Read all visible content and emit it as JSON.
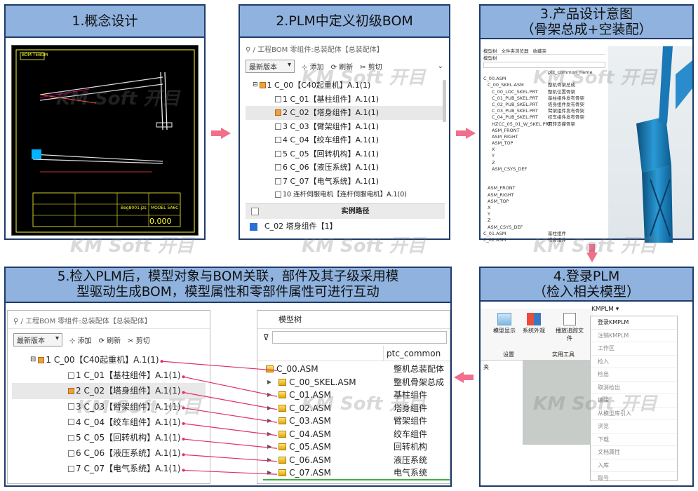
{
  "panels": {
    "p1": {
      "title": "1.概念设计"
    },
    "p2": {
      "title": "2.PLM中定义初级BOM"
    },
    "p3": {
      "title_line1": "3.产品设计意图",
      "title_line2": "（骨架总成+空装配）"
    },
    "p4": {
      "title_line1": "4.登录PLM",
      "title_line2": "（检入相关模型）"
    },
    "p5": {
      "title_line1": "5.检入PLM后，模型对象与BOM关联，部件及其子级采用模",
      "title_line2": "型驱动生成BOM，模型属性和零部件属性可进行互动"
    }
  },
  "p1_drawing": {
    "label": "BOM TEBOM",
    "title_block": "Beg8001.jzs",
    "value": "0.000",
    "stamp": "MODEL 5A6C"
  },
  "p2": {
    "breadcrumb": "/ 工程BOM 零组件:总装配体【总装配体】",
    "version_select": "最新版本",
    "add": "添加",
    "refresh": "刷新",
    "cut": "剪切",
    "tree": [
      "1 C_00【C40起重机】A.1(1)",
      "1 C_01【基柱组件】A.1(1)",
      "2 C_02【塔身组件】A.1(1)",
      "3 C_03【臂架组件】A.1(1)",
      "4 C_04【绞车组件】A.1(1)",
      "5 C_05【回转机构】A.1(1)",
      "6 C_06【液压系统】A.1(1)",
      "7 C_07【电气系统】A.1(1)",
      "10 连杆伺服电机【连杆伺服电机】A.1(0)"
    ],
    "grid_header": "实例路径",
    "grid_row": "C_02 塔身组件【1】"
  },
  "p3": {
    "tabs": [
      "模型树",
      "文件夹浏览器",
      "收藏夹"
    ],
    "header_left": "模型树",
    "col_header": "ptc_common_name",
    "rows": [
      [
        "C_00.ASM",
        ""
      ],
      [
        "C_00_SKEL.ASM",
        "整机骨架总成"
      ],
      [
        "C_00_LOC_SKEL.PRT",
        "整机位置骨架"
      ],
      [
        "C_01_PUB_SKEL.PRT",
        "基柱组件发布骨架"
      ],
      [
        "C_02_PUB_SKEL.PRT",
        "塔身组件发布骨架"
      ],
      [
        "C_03_PUB_SKEL.PRT",
        "臂架组件发布骨架"
      ],
      [
        "C_04_PUB_SKEL.PRT",
        "绞车组件发布骨架"
      ],
      [
        "HZCC_05_01_W_SKEL.PRT",
        "回转支撑骨架"
      ],
      [
        "ASM_FRONT",
        ""
      ],
      [
        "ASM_RIGHT",
        ""
      ],
      [
        "ASM_TOP",
        ""
      ],
      [
        "X",
        ""
      ],
      [
        "Y",
        ""
      ],
      [
        "Z",
        ""
      ],
      [
        "ASM_CSYS_DEF",
        ""
      ],
      [
        "",
        ""
      ],
      [
        "",
        ""
      ],
      [
        "ASM_FRONT",
        ""
      ],
      [
        "ASM_RIGHT",
        ""
      ],
      [
        "ASM_TOP",
        ""
      ],
      [
        "X",
        ""
      ],
      [
        "Y",
        ""
      ],
      [
        "Z",
        ""
      ],
      [
        "ASM_CSYS_DEF",
        ""
      ],
      [
        "C_01.ASM",
        "基柱组件"
      ],
      [
        "C_02.ASM",
        "塔身组件"
      ]
    ]
  },
  "p4": {
    "ribbon_buttons": [
      "模型显示",
      "系统外观",
      "播放追踪文件"
    ],
    "group_labels": [
      "设置",
      "实用工具"
    ],
    "menu_title": "KMPLM",
    "side_label": "夹",
    "menu": [
      "登录KMPLM",
      "注销KMPLM",
      "工作区",
      "检入",
      "检出",
      "取消检出",
      "编辑",
      "从模型库引入",
      "浏览",
      "下载",
      "文档属性",
      "入库",
      "取号"
    ]
  },
  "p5": {
    "breadcrumb": "/ 工程BOM 零组件:总装配体【总装配体】",
    "version_select": "最新版本",
    "add": "添加",
    "refresh": "刷新",
    "cut": "剪切",
    "tree": [
      "1 C_00【C40起重机】A.1(1)",
      "1 C_01【基柱组件】A.1(1)",
      "2 C_02【塔身组件】A.1(1)",
      "3 C_03【臂架组件】A.1(1)",
      "4 C_04【绞车组件】A.1(1)",
      "5 C_05【回转机构】A.1(1)",
      "6 C_06【液压系统】A.1(1)",
      "7 C_07【电气系统】A.1(1)"
    ],
    "model_title": "模型树",
    "col_header": "ptc_common",
    "models": [
      [
        "C_00.ASM",
        "整机总装配体"
      ],
      [
        "C_00_SKEL.ASM",
        "整机骨架总成"
      ],
      [
        "C_01.ASM",
        "基柱组件"
      ],
      [
        "C_02.ASM",
        "塔身组件"
      ],
      [
        "C_03.ASM",
        "臂架组件"
      ],
      [
        "C_04.ASM",
        "绞车组件"
      ],
      [
        "C_05.ASM",
        "回转机构"
      ],
      [
        "C_06.ASM",
        "液压系统"
      ],
      [
        "C_07.ASM",
        "电气系统"
      ]
    ]
  },
  "watermark": "KM Soft 开目",
  "colors": {
    "title_bg": "#8fb2de",
    "border": "#1f3b6a",
    "arrow": "#ef6f8d",
    "link_line": "#e0306a"
  }
}
